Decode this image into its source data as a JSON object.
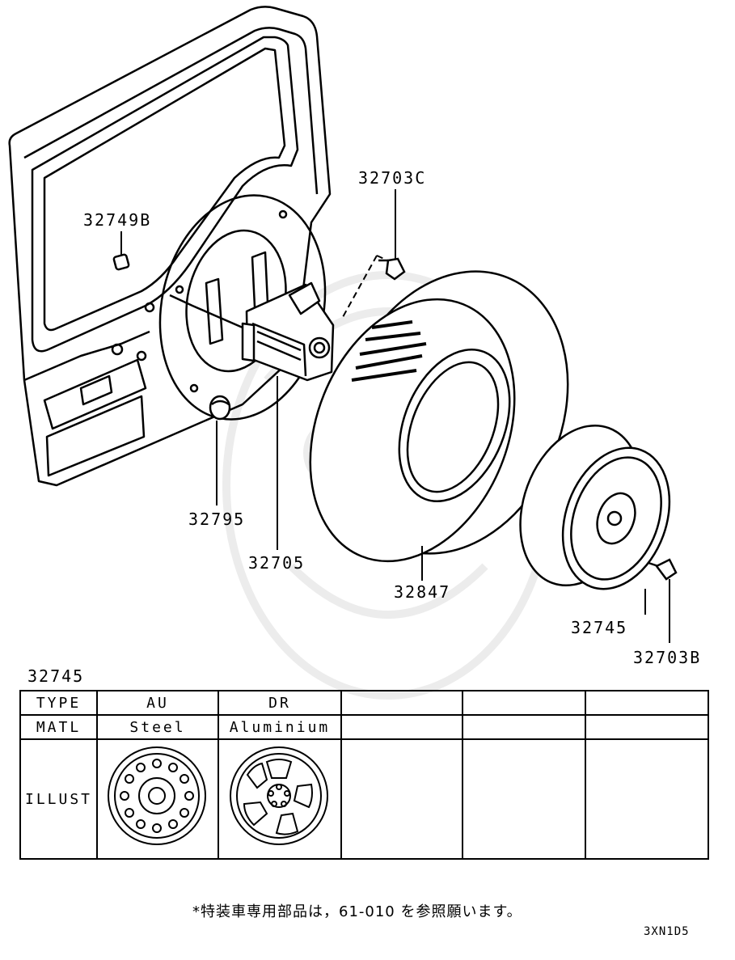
{
  "labels": {
    "p32749B": "32749B",
    "p32703C": "32703C",
    "p32795": "32795",
    "p32705": "32705",
    "p32847": "32847",
    "p32745": "32745",
    "p32703B": "32703B"
  },
  "table": {
    "title": "32745",
    "row_headers": [
      "TYPE",
      "MATL",
      "ILLUST"
    ],
    "columns": [
      {
        "type": "AU",
        "matl": "Steel"
      },
      {
        "type": "DR",
        "matl": "Aluminium"
      },
      {
        "type": "",
        "matl": ""
      },
      {
        "type": "",
        "matl": ""
      },
      {
        "type": "",
        "matl": ""
      }
    ]
  },
  "note": "*特装車専用部品は，61-010 を参照願います。",
  "drawing_code": "3XN1D5"
}
